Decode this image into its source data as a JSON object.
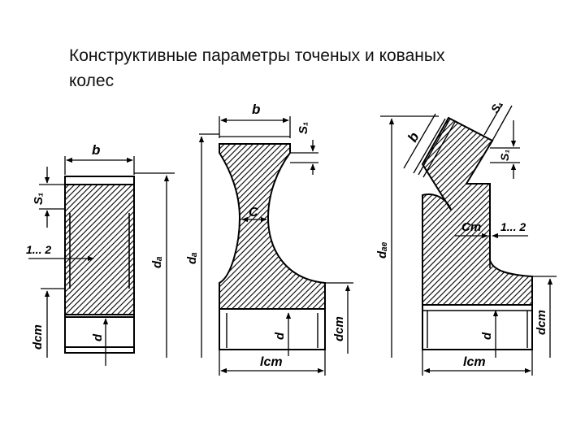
{
  "slide": {
    "title_line1": "Конструктивные параметры точеных и кованых",
    "title_line2": "колес"
  },
  "diagram": {
    "wheel1": {
      "b": "b",
      "s1": "S₁",
      "range": "1... 2",
      "da": "dₐ",
      "dct": "dст",
      "d": "d"
    },
    "wheel2": {
      "b": "b",
      "s1": "S₁",
      "c": "C",
      "da": "dₐ",
      "d": "d",
      "dct": "dст",
      "lct": "lст"
    },
    "wheel3": {
      "b": "b",
      "s1_top": "S₁",
      "s1_side": "S₁",
      "c": "Cт",
      "range": "1... 2",
      "dae": "dₐₑ",
      "d": "d",
      "dct": "dст",
      "lct": "lст"
    }
  },
  "colors": {
    "hatch": "#000000",
    "background": "#ffffff",
    "text": "#111111"
  }
}
